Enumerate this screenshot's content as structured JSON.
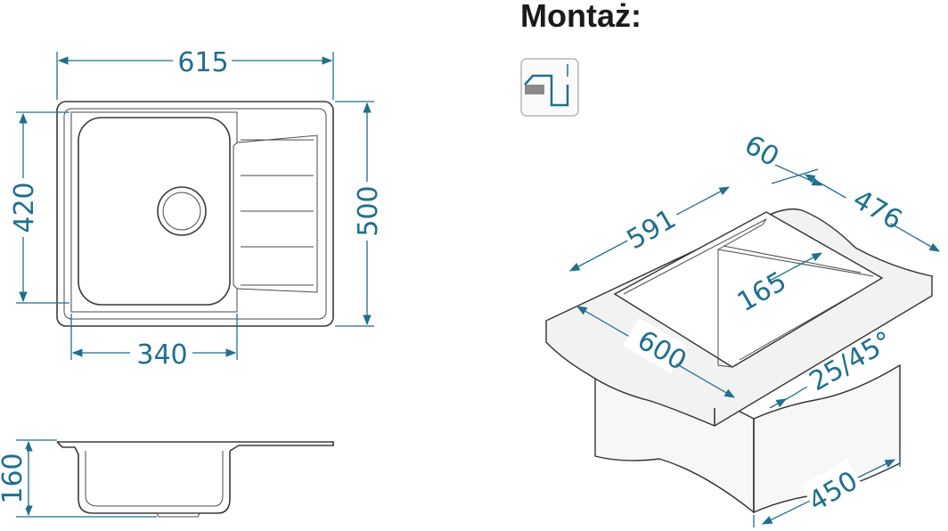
{
  "heading": "Montaż:",
  "mounting_icon": {
    "name": "flush-mount-icon",
    "color": "#1f6f8f"
  },
  "colors": {
    "dimension": "#1f6f8f",
    "outline": "#3a3a3a"
  },
  "top_view": {
    "width": "615",
    "depth": "500",
    "bowl_depth": "420",
    "bowl_width": "340"
  },
  "side_view": {
    "height": "160"
  },
  "install_view": {
    "front_depth": "60",
    "cutout_depth": "476",
    "cutout_width": "591",
    "drainer": "165",
    "countertop": "600",
    "angle": "25/45°",
    "cabinet": "450"
  }
}
